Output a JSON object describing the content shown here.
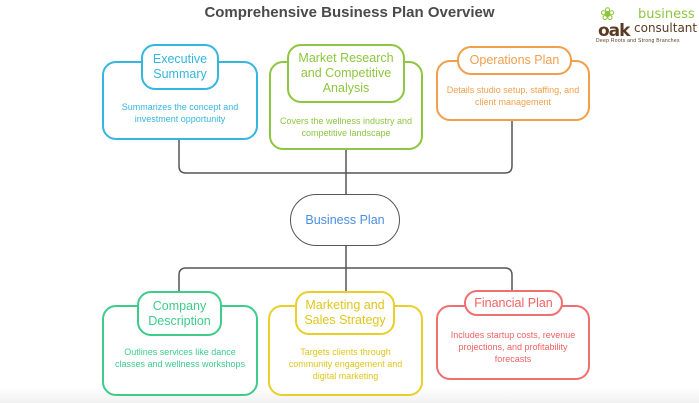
{
  "title": "Comprehensive Business Plan Overview",
  "logo": {
    "brand_mark": "oak",
    "line1": "business",
    "line2": "consultant",
    "tagline": "Deep Roots and Strong Branches",
    "icon": "oak-leaf-icon"
  },
  "center_node": {
    "label": "Business Plan",
    "color": "#4a8fe0"
  },
  "top_nodes": [
    {
      "title": "Executive Summary",
      "description": "Summarizes the concept and investment opportunity",
      "color": "#35b6e0"
    },
    {
      "title": "Market Research and Competitive Analysis",
      "description": "Covers the wellness industry and competitive landscape",
      "color": "#8dc63f"
    },
    {
      "title": "Operations Plan",
      "description": "Details studio setup, staffing, and client management",
      "color": "#f0a04b"
    }
  ],
  "bottom_nodes": [
    {
      "title": "Company Description",
      "description": "Outlines services like dance classes and wellness workshops",
      "color": "#3dcc8a"
    },
    {
      "title": "Marketing and Sales Strategy",
      "description": "Targets clients through community engagement and digital marketing",
      "color": "#e8cf2a"
    },
    {
      "title": "Financial Plan",
      "description": "Includes startup costs, revenue projections, and profitability forecasts",
      "color": "#f07070"
    }
  ]
}
